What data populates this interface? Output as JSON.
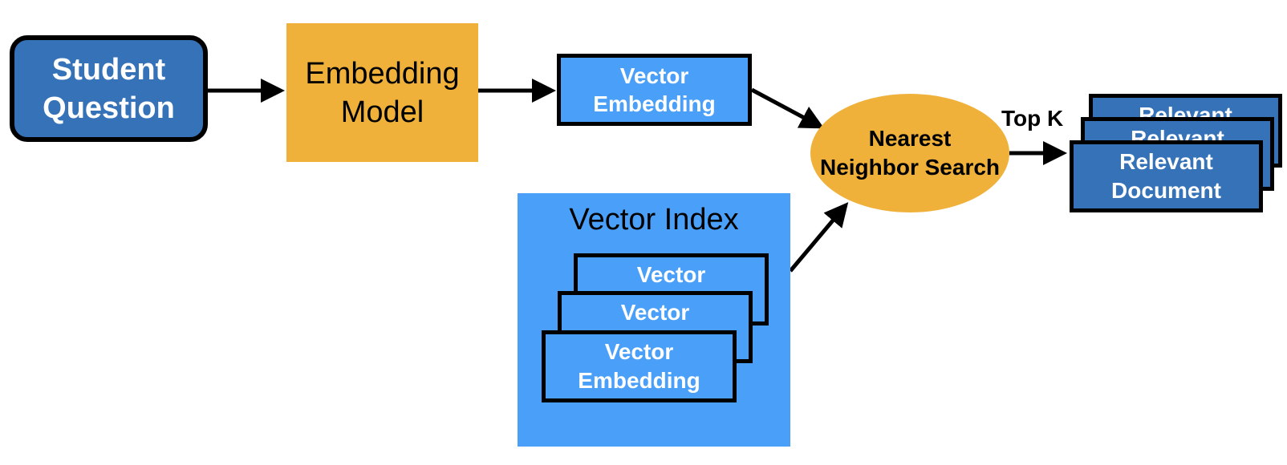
{
  "diagram": {
    "student_question": {
      "line1": "Student",
      "line2": "Question"
    },
    "embedding_model": {
      "line1": "Embedding",
      "line2": "Model"
    },
    "vector_embedding": {
      "line1": "Vector",
      "line2": "Embedding"
    },
    "vector_index": {
      "title": "Vector Index",
      "card_back_label": "Vector",
      "card_middle_label": "Vector",
      "card_front": {
        "line1": "Vector",
        "line2": "Embedding"
      }
    },
    "nearest_neighbor_search": {
      "line1": "Nearest",
      "line2": "Neighbor Search"
    },
    "top_k_label": "Top K",
    "relevant_documents": {
      "card_back_label": "Relevant",
      "card_middle_label": "Relevant",
      "card_front": {
        "line1": "Relevant",
        "line2": "Document"
      }
    }
  },
  "colors": {
    "dark_blue": "#3572b8",
    "light_blue": "#4a9ff8",
    "orange": "#f0b13a",
    "stroke": "#000000"
  }
}
